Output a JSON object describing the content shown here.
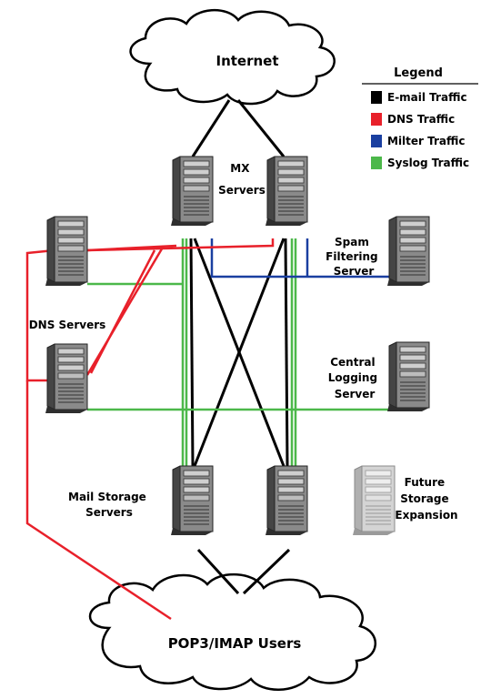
{
  "clouds": {
    "internet": "Internet",
    "users": "POP3/IMAP Users"
  },
  "labels": {
    "mx": [
      "MX",
      "Servers"
    ],
    "spam": [
      "Spam",
      "Filtering",
      "Server"
    ],
    "dns": [
      "DNS Servers"
    ],
    "logging": [
      "Central",
      "Logging",
      "Server"
    ],
    "storage": [
      "Mail Storage",
      "Servers"
    ],
    "future": [
      "Future",
      "Storage",
      "Expansion"
    ]
  },
  "legend": {
    "title": "Legend",
    "items": [
      {
        "label": "E-mail Traffic",
        "color": "#000000"
      },
      {
        "label": "DNS Traffic",
        "color": "#e8202a"
      },
      {
        "label": "Milter Traffic",
        "color": "#1a3fa0"
      },
      {
        "label": "Syslog Traffic",
        "color": "#4cb84a"
      }
    ]
  },
  "colors": {
    "email": "#000000",
    "dns": "#e8202a",
    "milter": "#1a3fa0",
    "syslog": "#4cb84a"
  },
  "icons": {
    "server": "server-tower-icon",
    "server_faded": "server-tower-faded-icon",
    "cloud": "cloud-icon"
  }
}
